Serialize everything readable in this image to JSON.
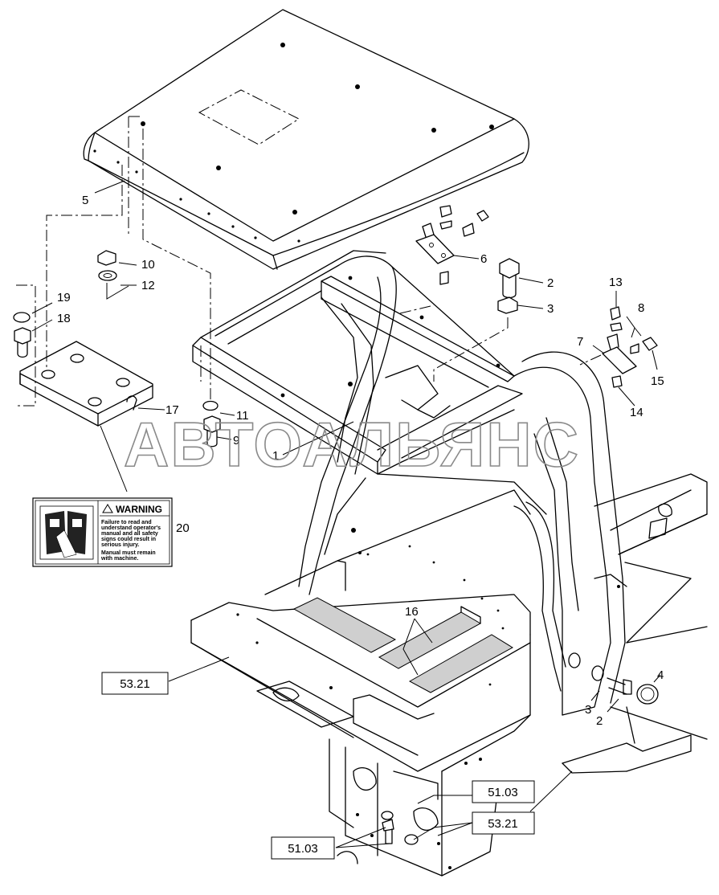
{
  "watermark": "АВТОАЛЬЯНС",
  "callouts": [
    {
      "id": "c1",
      "label": "1"
    },
    {
      "id": "c2",
      "label": "2"
    },
    {
      "id": "c2b",
      "label": "2"
    },
    {
      "id": "c3",
      "label": "3"
    },
    {
      "id": "c3b",
      "label": "3"
    },
    {
      "id": "c4",
      "label": "4"
    },
    {
      "id": "c5",
      "label": "5"
    },
    {
      "id": "c6",
      "label": "6"
    },
    {
      "id": "c7",
      "label": "7"
    },
    {
      "id": "c8",
      "label": "8"
    },
    {
      "id": "c9",
      "label": "9"
    },
    {
      "id": "c10",
      "label": "10"
    },
    {
      "id": "c11",
      "label": "11"
    },
    {
      "id": "c12",
      "label": "12"
    },
    {
      "id": "c13",
      "label": "13"
    },
    {
      "id": "c14",
      "label": "14"
    },
    {
      "id": "c15",
      "label": "15"
    },
    {
      "id": "c16",
      "label": "16"
    },
    {
      "id": "c17",
      "label": "17"
    },
    {
      "id": "c18",
      "label": "18"
    },
    {
      "id": "c19",
      "label": "19"
    },
    {
      "id": "c20",
      "label": "20"
    }
  ],
  "references": [
    {
      "id": "r1",
      "label": "53.21"
    },
    {
      "id": "r2",
      "label": "51.03"
    },
    {
      "id": "r3",
      "label": "53.21"
    },
    {
      "id": "r4",
      "label": "51.03"
    }
  ],
  "warning_decal": {
    "title": "WARNING",
    "lines": [
      "Failure to read and",
      "understand operator's",
      "manual and all safety",
      "signs could result in",
      "serious injury.",
      "",
      "Manual must remain",
      "with machine."
    ]
  }
}
